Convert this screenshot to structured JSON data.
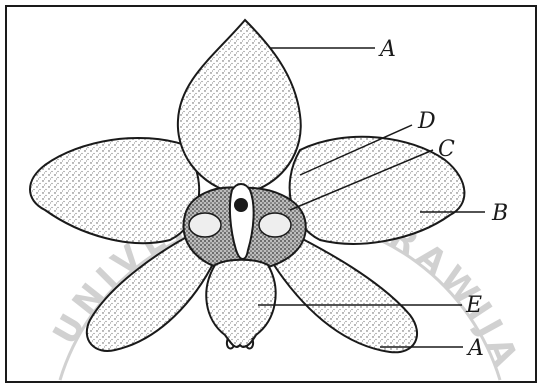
{
  "callouts": {
    "a_top": "A",
    "d": "D",
    "c": "C",
    "b": "B",
    "e": "E",
    "a_bottom": "A"
  },
  "watermark": {
    "text": "UNIVERSITAS BRAWIJAYA"
  },
  "colors": {
    "ink": "#1a1a1a",
    "paper": "#ffffff",
    "watermark": "#9a9a9a"
  }
}
